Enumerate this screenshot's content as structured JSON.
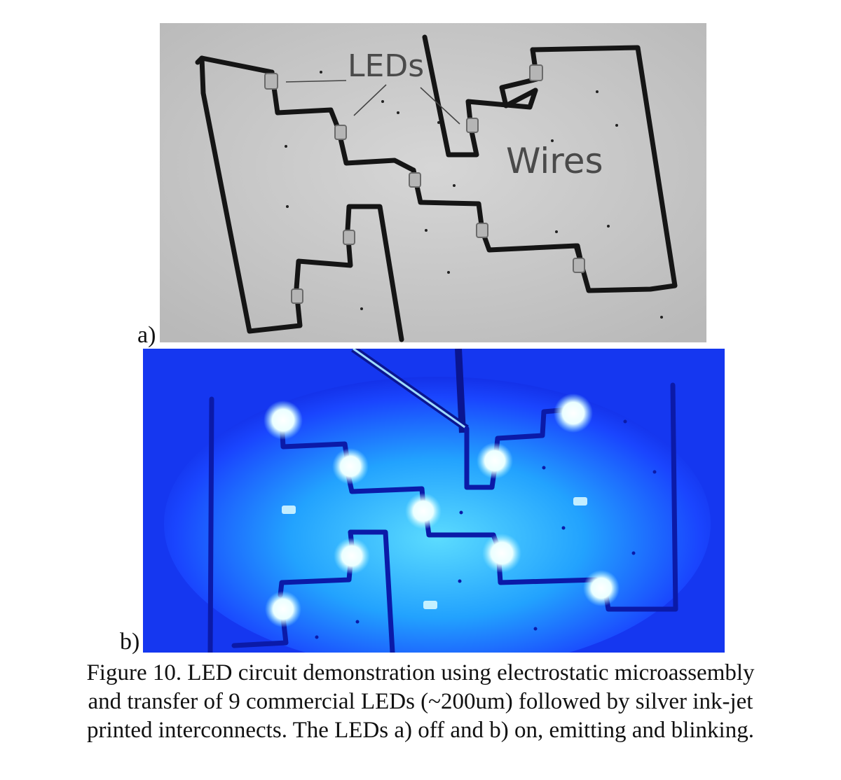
{
  "panel_a": {
    "label": "a)",
    "annotations": {
      "leds": "LEDs",
      "wires": "Wires"
    }
  },
  "panel_b": {
    "label": "b)"
  },
  "caption": {
    "line1": "Figure 10.  LED circuit demonstration using electrostatic microassembly",
    "line2": "and transfer of 9 commercial LEDs (~200um) followed by silver ink-jet",
    "line3": "printed interconnects.  The LEDs a) off and b) on, emitting and blinking."
  },
  "colors": {
    "paper_gray": "#c9c9c9",
    "wire_black": "#111111",
    "glow_blue": "#1a3bff",
    "glow_cyan": "#4fd8ff",
    "led_white": "#f4fbff"
  }
}
